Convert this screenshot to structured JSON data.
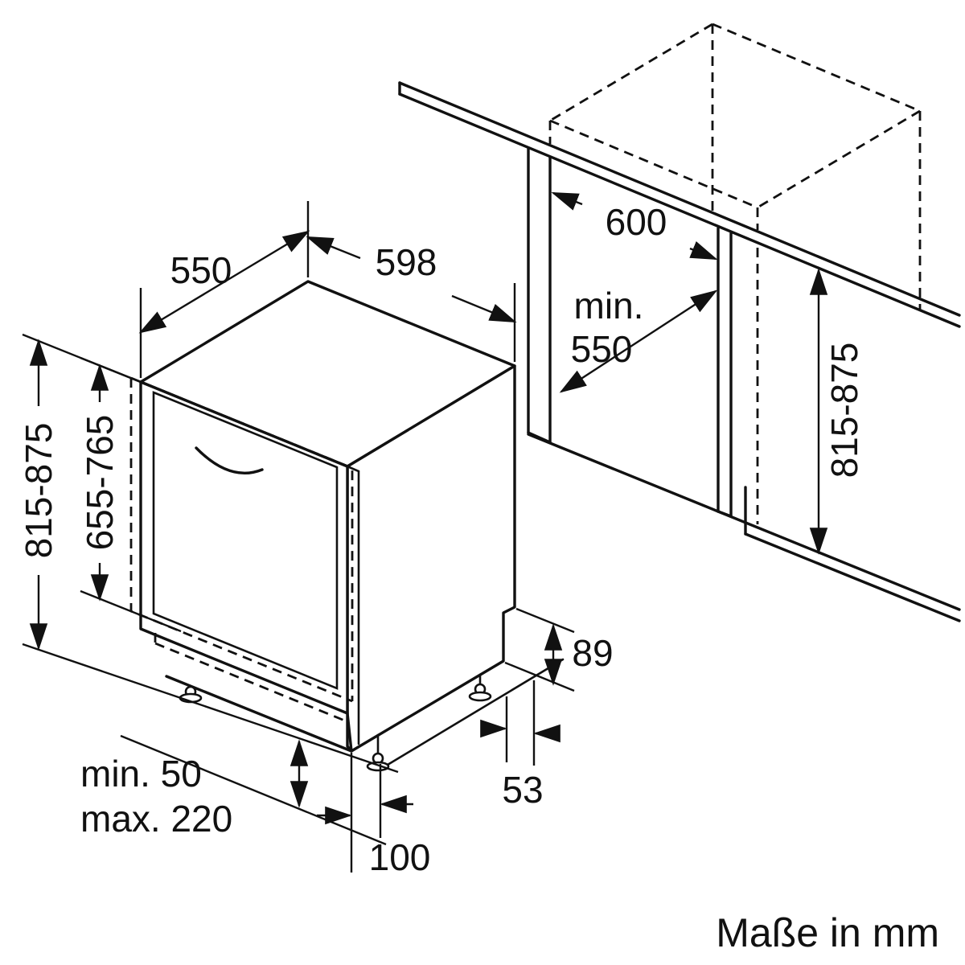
{
  "footer": {
    "units_note": "Maße in mm"
  },
  "dims": {
    "top_depth": "550",
    "top_width": "598",
    "height_total": "815-875",
    "door_height": "655-765",
    "niche_width": "600",
    "niche_depth_prefix": "min.",
    "niche_depth": "550",
    "niche_height": "815-875",
    "base_recess_height": "89",
    "rear_clearance": "53",
    "front_foot_offset": "100",
    "plinth_min": "min. 50",
    "plinth_max": "max. 220"
  }
}
